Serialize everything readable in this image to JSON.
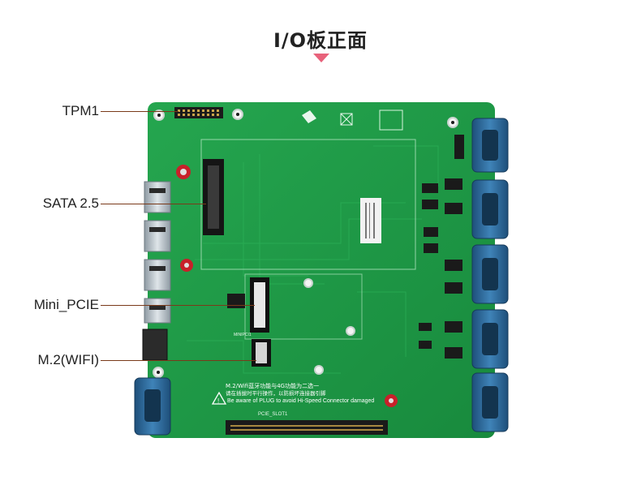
{
  "page": {
    "title": "I/O板正面",
    "accent_color": "#e8627b"
  },
  "callouts": [
    {
      "label": "TPM1"
    },
    {
      "label": "SATA 2.5"
    },
    {
      "label": "Mini_PCIE"
    },
    {
      "label": "M.2(WIFI)"
    }
  ],
  "board": {
    "pcb_color": "#1f9a47",
    "silkscreen_warning_cn": "M.2/Wifi蓝牙功能与4G功能为二选一",
    "silkscreen_note_cn": "请在插拔时平行操作，以防损坏连接器引脚",
    "silkscreen_warning_en": "Be aware of PLUG to avoid Hi-Speed Connector damaged",
    "slot_label": "PCIE_SLOT1",
    "minipcie_label": "MINIPCI1"
  }
}
